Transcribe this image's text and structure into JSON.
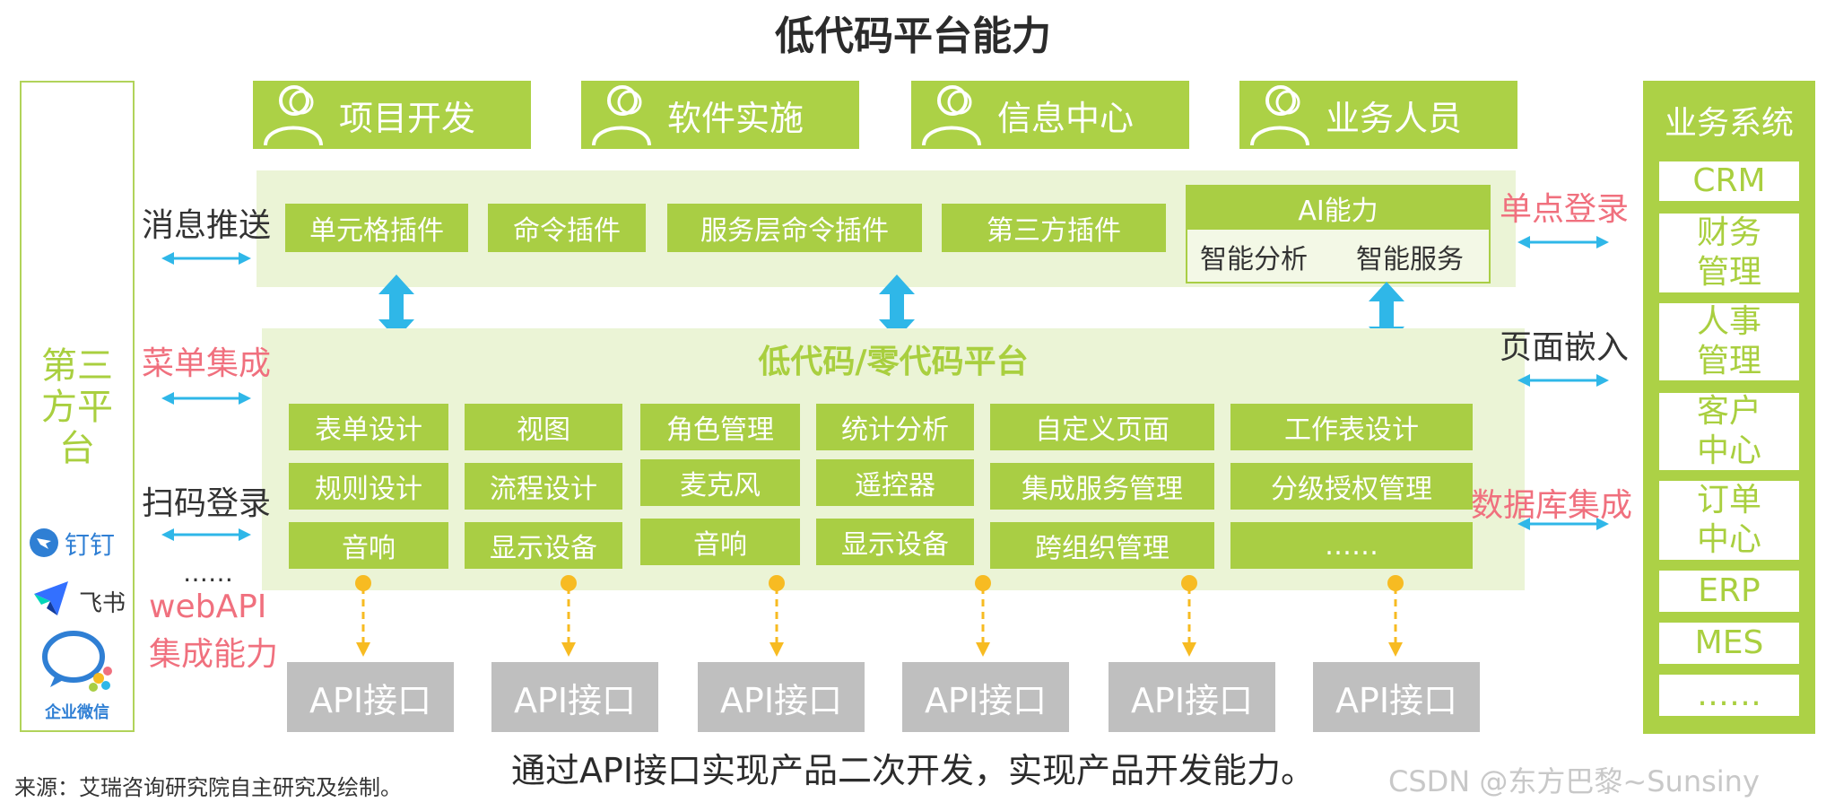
{
  "title": "低代码平台能力",
  "left_panel": {
    "title_lines": [
      "第三",
      "方平",
      "台"
    ],
    "dingtalk": "钉钉",
    "feishu": "飞书",
    "wecom": "企业微信"
  },
  "roles": [
    "项目开发",
    "软件实施",
    "信息中心",
    "业务人员"
  ],
  "plugins": [
    "单元格插件",
    "命令插件",
    "服务层命令插件",
    "第三方插件"
  ],
  "ai": {
    "title": "AI能力",
    "items": [
      "智能分析",
      "智能服务"
    ]
  },
  "platform": {
    "title": "低代码/零代码平台",
    "rows": [
      [
        "表单设计",
        "视图",
        "角色管理",
        "统计分析",
        "自定义页面",
        "工作表设计"
      ],
      [
        "规则设计",
        "流程设计",
        "麦克风",
        "遥控器",
        "集成服务管理",
        "分级授权管理"
      ],
      [
        "音响",
        "显示设备",
        "音响",
        "显示设备",
        "跨组织管理",
        "……"
      ]
    ]
  },
  "left_side": {
    "message_push": "消息推送",
    "menu_integration": "菜单集成",
    "scan_login": "扫码登录",
    "ellipsis": "……",
    "webapi_line1": "webAPI",
    "webapi_line2": "集成能力"
  },
  "right_side": {
    "sso": "单点登录",
    "page_embed": "页面嵌入",
    "db_integration": "数据库集成"
  },
  "business": {
    "title": "业务系统",
    "items": [
      "CRM",
      "财务\n管理",
      "人事\n管理",
      "客户\n中心",
      "订单\n中心",
      "ERP",
      "MES",
      "……"
    ]
  },
  "api_label": "API接口",
  "footer": "通过API接口实现产品二次开发，实现产品开发能力。",
  "source": "来源：艾瑞咨询研究院自主研究及绘制。",
  "watermark": "CSDN @东方巴黎~Sunsiny",
  "colors": {
    "green": "#acd146",
    "light_green": "#ebf4d6",
    "pink": "#f0707e",
    "blue_arrow": "#2fb7e8",
    "orange": "#f7bb22",
    "gray": "#bfbfbf"
  }
}
